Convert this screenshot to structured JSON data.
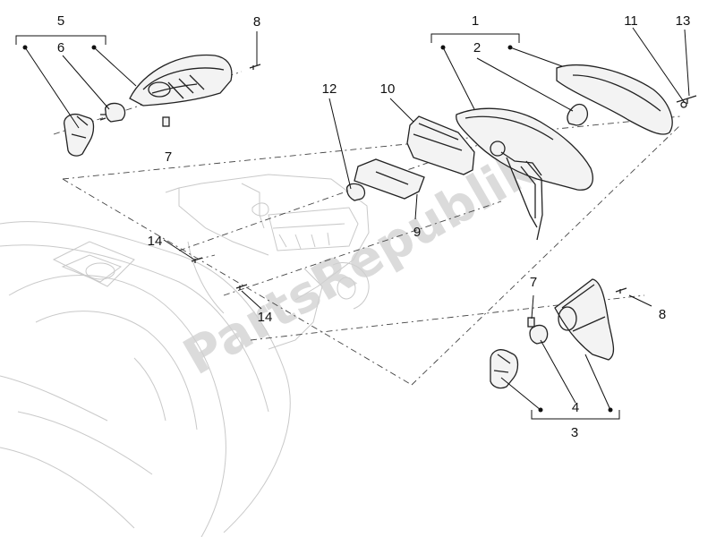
{
  "watermark": "PartsRepublik",
  "callouts": {
    "c1": "1",
    "c2": "2",
    "c3": "3",
    "c4": "4",
    "c5": "5",
    "c6": "6",
    "c7a": "7",
    "c7b": "7",
    "c8a": "8",
    "c8b": "8",
    "c9": "9",
    "c10": "10",
    "c11": "11",
    "c12": "12",
    "c13": "13",
    "c14a": "14",
    "c14b": "14"
  },
  "colors": {
    "line": "#222222",
    "ghost": "#c9c9c9",
    "watermark": "#d0d0d0"
  }
}
